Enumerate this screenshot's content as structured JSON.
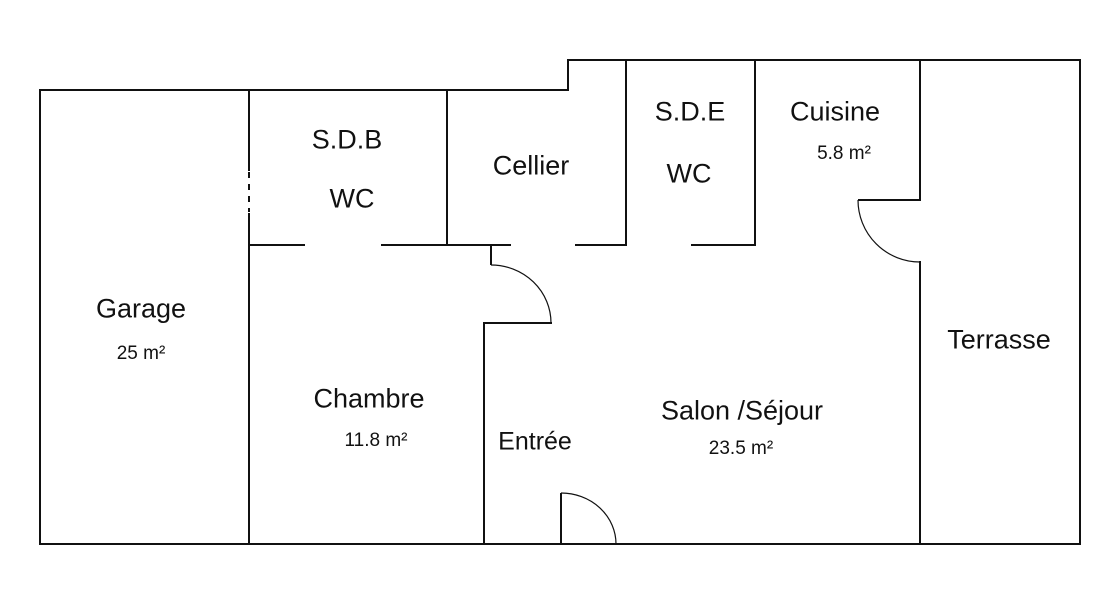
{
  "rooms": {
    "garage": {
      "name": "Garage",
      "area": "25 m²"
    },
    "sdb": {
      "name": "S.D.B",
      "sub": "WC"
    },
    "cellier": {
      "name": "Cellier"
    },
    "sde": {
      "name": "S.D.E",
      "sub": "WC"
    },
    "cuisine": {
      "name": "Cuisine",
      "area": "5.8 m²"
    },
    "terrasse": {
      "name": "Terrasse"
    },
    "chambre": {
      "name": "Chambre",
      "area": "11.8 m²"
    },
    "entree": {
      "name": "Entrée"
    },
    "salon": {
      "name": "Salon /Séjour",
      "area": "23.5 m²"
    }
  }
}
